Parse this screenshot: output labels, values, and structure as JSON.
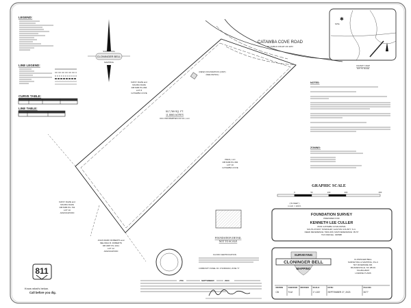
{
  "legend": {
    "title": "LEGEND:"
  },
  "line_legend": {
    "title": "LINE LEGEND:"
  },
  "curve_table": {
    "title": "CURVE TABLE:"
  },
  "line_table": {
    "title": "LINE TABLE:"
  },
  "north_arrow": {
    "logo_top": "SURVEYING",
    "logo_mid": "CLONINGER BELL",
    "logo_bot": "MAPPING"
  },
  "road": {
    "name": "CATAWBA COVE ROAD",
    "row": "60' PUBLIC RIGHT-OF-WAY"
  },
  "parcel": {
    "area_sqft": "517,769 SQ. FT.",
    "area_acres": "11.8863 ACRES",
    "owner": "KKC PROPERTIES OF NC, LLC",
    "foundation": "(NEW) FOUNDATION (UNIT)",
    "see_detail": "(SEE DETAIL)"
  },
  "neighbors": {
    "n1": [
      "DAISY DAZE and",
      "MAURA DAZE",
      "DB 5386 PG 806",
      "LOT 8",
      "CATAWBA COVE"
    ],
    "n2": [
      "DAISY DAZE and",
      "MAURA DAZE",
      "DB 5386 PG 763",
      "LOT 10",
      "ARLINGWOOD"
    ],
    "n3": [
      "JOHN MARK ROBERTS and",
      "MELINDA B. ROBERTS",
      "DB 4687 PG 1011",
      "LOT 12",
      "ARLINGWOOD"
    ],
    "n4": [
      "PEDA, LLC",
      "DB 5268 PG 684",
      "LOT 10",
      "CATAWBA COVE"
    ]
  },
  "vicinity_map": {
    "title": "VICINITY MAP",
    "subtitle": "NOT TO SCALE",
    "site": "SITE"
  },
  "notes": {
    "title": "NOTES:"
  },
  "zoning": {
    "title": "ZONING:"
  },
  "graphic_scale": {
    "title": "GRAPHIC SCALE",
    "units": "( IN FEET )",
    "ratio": "1 inch = 100 ft.",
    "ticks": [
      "0",
      "50",
      "100",
      "200",
      "400"
    ]
  },
  "foundation_detail": {
    "title": "FOUNDATION DETAIL",
    "subtitle": "NOT TO SCALE"
  },
  "flood": {
    "title": "FLOOD CERTIFICATION",
    "community": "COMMUNITY PANEL NO. 3710360400J, ZONE \"X\""
  },
  "certification": {
    "day": "27th",
    "month": "SEPTEMBER",
    "year": "2023"
  },
  "call811": {
    "logo": "811",
    "line1": "Know what's below.",
    "line2": "Call before you dig."
  },
  "title_block": {
    "survey_type": "FOUNDATION SURVEY",
    "prepared_for": "PREPARED FOR",
    "client": "KENNETH LEE CULLER",
    "address": "8333 CATAWBA COVE DRIVE",
    "township": "SOUTH POINT TOWNSHIP, GASTON COUNTY, N.C.",
    "deed": "DEED REFERENCE: 5303-466; MAP REFERENCE: 95-57",
    "tax_parcel": "TAX PARCEL: 306588"
  },
  "firm": {
    "logo_top": "SURVEYING",
    "logo_mid": "CLONINGER BELL",
    "logo_bot": "MAPPING",
    "name": "CLONINGER BELL",
    "name2": "SURVEYING & MAPPING, PLLC",
    "street": "507 RIVERSIDE DR.",
    "city": "MCADENVILLE, NC 28101",
    "phone": "704-864-8007",
    "license": "LICENSE P-2326"
  },
  "info_row": [
    {
      "label": "DRAWN",
      "value": "CB"
    },
    {
      "label": "CHECKED",
      "value": "TLM"
    },
    {
      "label": "REVISED",
      "value": ""
    },
    {
      "label": "SCALE:",
      "value": "1\"=100'"
    },
    {
      "label": "DATE:",
      "value": "SEPTEMBER 27, 2023"
    },
    {
      "label": "FILE NO.",
      "value": "3077"
    }
  ]
}
